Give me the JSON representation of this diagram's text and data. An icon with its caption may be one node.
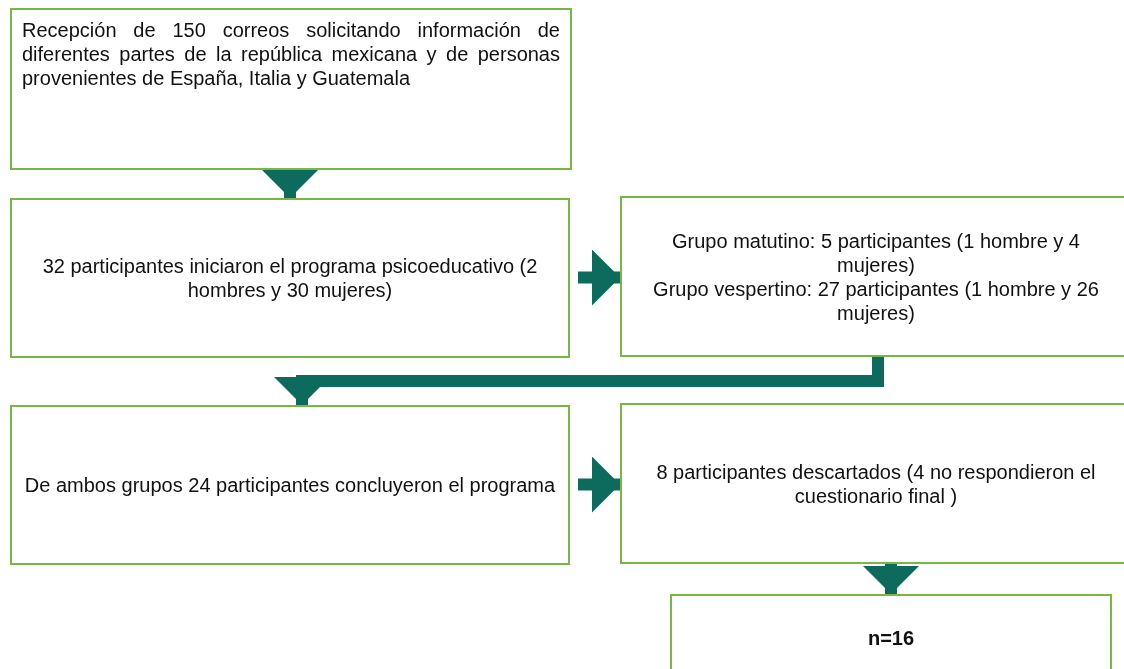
{
  "diagram": {
    "nodes": [
      {
        "text": [
          "Recepción de 150 correos solicitando información de diferentes partes de la república mexicana y de personas provenientes de España, Italia y Guatemala"
        ]
      },
      {
        "text": [
          "32 participantes iniciaron el programa psicoeducativo (2 hombres y 30 mujeres)"
        ]
      },
      {
        "text": [
          "Grupo matutino: 5 participantes (1 hombre y 4 mujeres)",
          "Grupo vespertino: 27 participantes (1 hombre y 26 mujeres)"
        ]
      },
      {
        "text": [
          "De ambos grupos 24 participantes concluyeron el programa"
        ]
      },
      {
        "text": [
          "8 participantes descartados (4 no respondieron el cuestionario final )"
        ]
      },
      {
        "text": [
          "n=16"
        ]
      }
    ],
    "edges": [
      {
        "from": 0,
        "to": 1,
        "arrow": "to"
      },
      {
        "from": 1,
        "to": 2,
        "arrow": "to"
      },
      {
        "from": 2,
        "to": 3,
        "arrow": "to"
      },
      {
        "from": 3,
        "to": 4,
        "arrow": "to"
      },
      {
        "from": 4,
        "to": 5,
        "arrow": "to"
      }
    ]
  }
}
